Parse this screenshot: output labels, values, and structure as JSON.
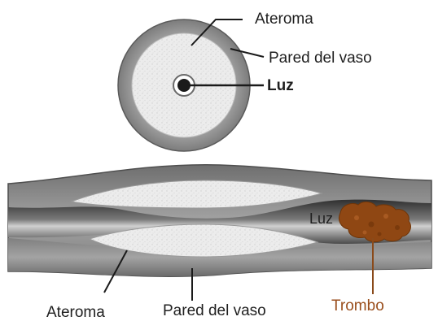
{
  "cross_section": {
    "label_atheroma": "Ateroma",
    "label_wall": "Pared del vaso",
    "label_lumen": "Luz"
  },
  "longitudinal": {
    "label_lumen": "Luz",
    "label_atheroma": "Ateroma",
    "label_wall": "Pared del vaso",
    "label_thrombus": "Trombo"
  },
  "colors": {
    "vessel_wall": "#8e8e8e",
    "vessel_wall_dark": "#5d5d5d",
    "atheroma": "#ededed",
    "lumen": "#3a3a3a",
    "thrombus": "#8f4713",
    "thrombus_label": "#9a4e1c",
    "text": "#1f1f1f"
  }
}
